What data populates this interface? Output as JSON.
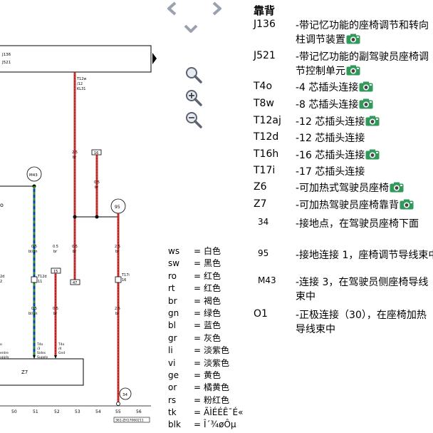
{
  "diagram": {
    "labels": {
      "j136": "J136",
      "j521": "J521",
      "t12w_wire": "T12w",
      "t12w_pin": "/12",
      "t12w_term": "KL31",
      "w1_gauge": "2.5",
      "w1_color": "br",
      "w16_box": "16",
      "w16_gauge": "0.5",
      "w16_color": "br",
      "m43": "M43",
      "c95": "95",
      "bg_gauge": "0.5",
      "bg_color": "bl/gn",
      "bg2_gauge": "0.5",
      "bg2_color": "bl/gn",
      "t12d_name": "T12d",
      "t12d_pin": "11",
      "w15_box": "15",
      "w15_gauge": "0.5",
      "w15_color": "br",
      "w15b_gauge": "0.5",
      "w15b_color": "br",
      "w47_gauge": "0.5",
      "w47_color": "br",
      "w47_box": "47",
      "t17i_name": "T17i",
      "t17i_pin": "16",
      "w2_gauge": "2.5",
      "w2_color": "br",
      "w3_gauge": "2.5",
      "w3_color": "br",
      "t4o_a": "T4o",
      "t4o_b": "/3",
      "t4o_c": "Sides",
      "t4o_d": "Supply",
      "t4o2_a": "T4o",
      "t4o2_b": "/4",
      "t4o2_c": "Gnd",
      "z7": "Z7",
      "c34": "34",
      "left_2d": "2d",
      "left_2": "2",
      "left_o": "o",
      "left_entre": "entre",
      "left_supply": "upply",
      "ruler": [
        "50",
        "51",
        "52",
        "53",
        "54",
        "55",
        "56"
      ],
      "ref": "361-ZH17060211"
    }
  },
  "legend": [
    {
      "code": "ws",
      "name": "白色"
    },
    {
      "code": "sw",
      "name": "黑色"
    },
    {
      "code": "ro",
      "name": "红色"
    },
    {
      "code": "rt",
      "name": "红色"
    },
    {
      "code": "br",
      "name": "褐色"
    },
    {
      "code": "gn",
      "name": "绿色"
    },
    {
      "code": "bl",
      "name": "蓝色"
    },
    {
      "code": "gr",
      "name": "灰色"
    },
    {
      "code": "li",
      "name": "淡紫色"
    },
    {
      "code": "vi",
      "name": "淡紫色"
    },
    {
      "code": "ge",
      "name": "黄色"
    },
    {
      "code": "or",
      "name": "橘黄色"
    },
    {
      "code": "rs",
      "name": "粉红色"
    },
    {
      "code": "tk",
      "name": "ÃÌÉÉÊ¯É«"
    },
    {
      "code": "blk",
      "name": "Î´¾øÔµ"
    }
  ],
  "legend_eq": "=",
  "panel": {
    "title": "靠背",
    "entries": [
      {
        "code": "J136",
        "desc": "-带记忆功能的座椅调节和转向柱调节装置",
        "camera": true
      },
      {
        "code": "J521",
        "desc": "-带记忆功能的副驾驶员座椅调节控制单元",
        "camera": true
      },
      {
        "code": "T4o",
        "desc": "-4 芯插头连接",
        "camera": true
      },
      {
        "code": "T8w",
        "desc": "-8 芯插头连接",
        "camera": true
      },
      {
        "code": "T12aj",
        "desc": "-12 芯插头连接",
        "camera": true
      },
      {
        "code": "T12d",
        "desc": "-12 芯插头连接",
        "camera": false
      },
      {
        "code": "T16h",
        "desc": "-16 芯插头连接",
        "camera": true
      },
      {
        "code": "T17i",
        "desc": "-17 芯插头连接",
        "camera": false
      },
      {
        "code": "Z6",
        "desc": "-可加热式驾驶员座椅",
        "camera": true
      },
      {
        "code": "Z7",
        "desc": "-可加热驾驶员座椅靠背",
        "camera": true
      },
      {
        "code": "34",
        "desc": "-接地点，在驾驶员座椅下面",
        "camera": false
      },
      {
        "code": "95",
        "desc": "-接地连接 1，座椅调节导线束中",
        "camera": false
      },
      {
        "code": "M43",
        "desc": "-连接 3，在驾驶员侧座椅导线束中",
        "camera": false
      },
      {
        "code": "O1",
        "desc": "-正极连接（30），在座椅加热导线束中",
        "camera": false
      }
    ]
  },
  "colors": {
    "wire_brown": "#8b1a1a",
    "wire_red": "#cc3333",
    "wire_blue": "#1a2fd0",
    "wire_green": "#1f9a1f",
    "camera_green": "#2f9a5a",
    "nav_gray": "#b7bdc8"
  },
  "icons": {
    "prev": "chevron-left-icon",
    "next": "chevron-right-icon",
    "down": "chevron-down-icon",
    "zoom": "magnifier-icon",
    "zoom_in": "zoom-in-icon",
    "zoom_out": "zoom-out-icon",
    "camera": "camera-icon"
  }
}
